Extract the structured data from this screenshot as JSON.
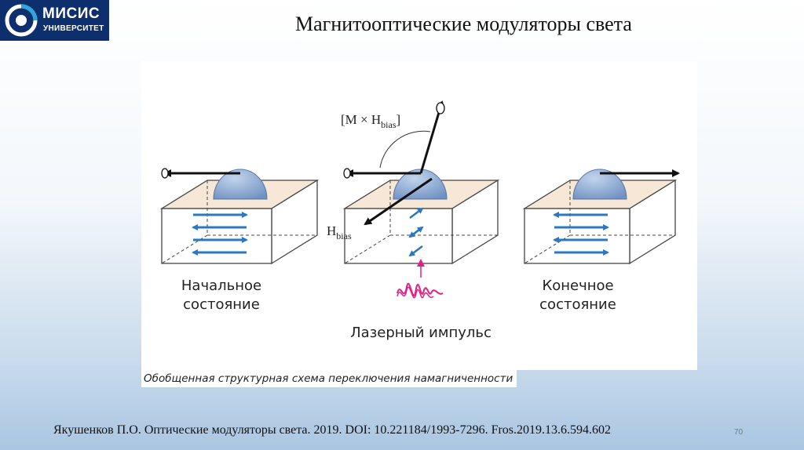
{
  "header": {
    "logo_name": "МИСИС",
    "logo_sub": "УНИВЕРСИТЕТ",
    "title": "Магнитооптические модуляторы света"
  },
  "diagram": {
    "cross_product_label_main": "[M × H",
    "cross_product_label_sub": "bias",
    "cross_product_label_end": "]",
    "hbias_label_main": "H",
    "hbias_label_sub": "bias",
    "initial_state_line1": "Начальное",
    "initial_state_line2": "состояние",
    "laser_pulse_label": "Лазерный импульс",
    "final_state_line1": "Конечное",
    "final_state_line2": "состояние",
    "colors": {
      "box_top": "#f7e7d6",
      "dome": "#7ea0cc",
      "arrow_blue": "#2b78bf",
      "pulse": "#e0218a"
    }
  },
  "caption": "Обобщенная структурная схема переключения намагниченности",
  "footer": {
    "reference": "Якушенков П.О. Оптические модуляторы света. 2019. DOI: 10.221184/1993-7296. Fros.2019.13.6.594.602",
    "page_number": "70"
  }
}
